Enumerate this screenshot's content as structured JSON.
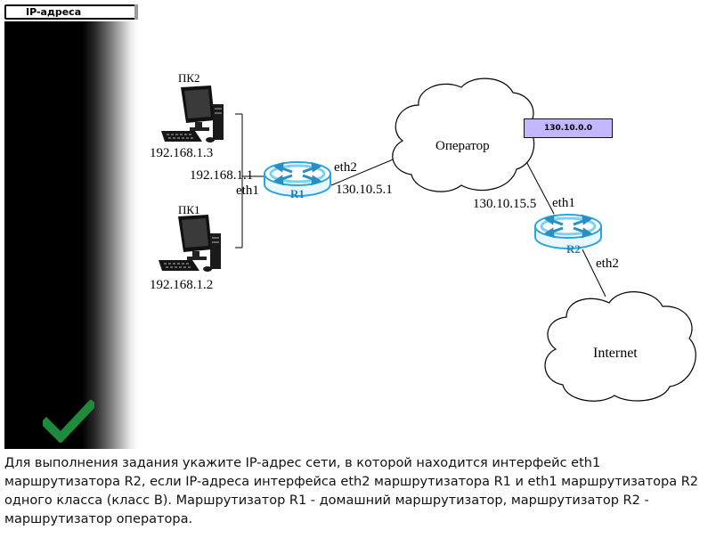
{
  "tab": {
    "label": "IP-адреса"
  },
  "diagram": {
    "pc2": {
      "name": "ПК2",
      "ip": "192.168.1.3"
    },
    "pc1": {
      "name": "ПК1",
      "ip": "192.168.1.2"
    },
    "r1": {
      "name": "R1",
      "eth1_ip": "192.168.1.1",
      "eth1_label": "eth1",
      "eth2_label": "eth2",
      "eth2_ip": "130.10.5.1"
    },
    "operator": {
      "name": "Оператор"
    },
    "subnet": {
      "label": "130.10.0.0"
    },
    "r2": {
      "name": "R2",
      "eth1_ip": "130.10.15.5",
      "eth1_label": "eth1",
      "eth2_label": "eth2"
    },
    "internet": {
      "name": "Internet"
    }
  },
  "task": {
    "text": "Для выполнения задания укажите IP-адрес сети, в которой находится интерфейс eth1 маршрутизатора R2, если IP-адреса интерфейса eth2 маршрутизатора R1 и eth1 маршрутизатора R2 одного класса (класс B). Маршрутизатор R1 - домашний маршрутизатор, маршрутизатор R2 - маршрутизатор оператора."
  },
  "colors": {
    "check": "#1e8a3c",
    "subnet_bg": "#c4b7ff",
    "router": "#3ab3e6"
  },
  "icons": [
    "check-icon",
    "computer-icon",
    "router-icon",
    "cloud-icon"
  ]
}
